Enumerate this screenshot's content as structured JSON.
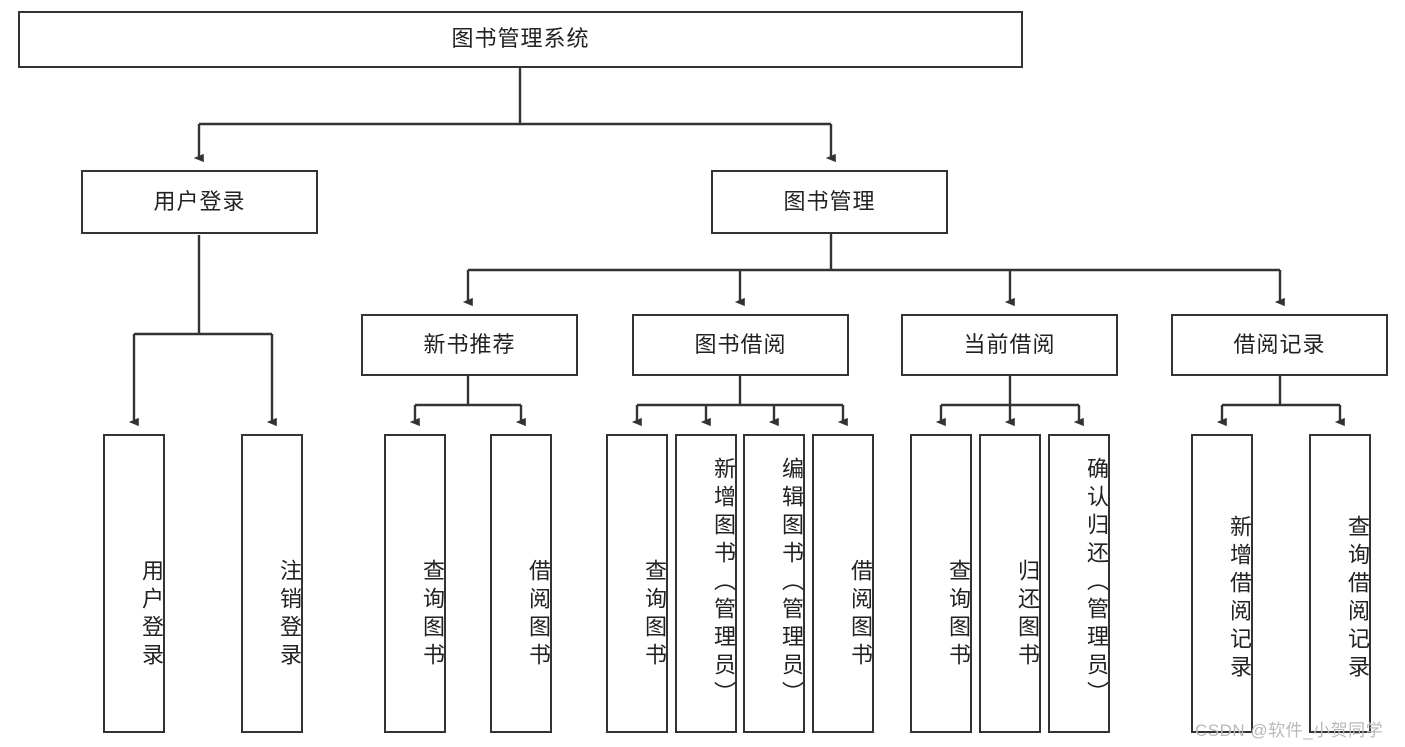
{
  "diagram": {
    "title": "图书管理系统",
    "type": "hierarchy-tree",
    "orientation": "top-down",
    "levels": 4,
    "colors": {
      "box_border": "#333333",
      "box_fill": "#ffffff",
      "edge": "#333333",
      "text": "#222222",
      "watermark": "#b9b9b9",
      "background": "#ffffff"
    }
  },
  "root": {
    "label": "图书管理系统"
  },
  "level1": [
    {
      "id": "user-login",
      "label": "用户登录"
    },
    {
      "id": "book-manage",
      "label": "图书管理"
    }
  ],
  "level2": [
    {
      "id": "new-book-recommend",
      "label": "新书推荐",
      "parent": "book-manage"
    },
    {
      "id": "book-borrow",
      "label": "图书借阅",
      "parent": "book-manage"
    },
    {
      "id": "current-borrow",
      "label": "当前借阅",
      "parent": "book-manage"
    },
    {
      "id": "borrow-record",
      "label": "借阅记录",
      "parent": "book-manage"
    }
  ],
  "leaves": {
    "user_login": [
      {
        "id": "leaf-user-login",
        "label": "用户登录"
      },
      {
        "id": "leaf-user-logout",
        "label": "注销登录"
      }
    ],
    "new_book_recommend": [
      {
        "id": "leaf-query-book-1",
        "label": "查询图书"
      },
      {
        "id": "leaf-borrow-book-1",
        "label": "借阅图书"
      }
    ],
    "book_borrow": [
      {
        "id": "leaf-query-book-2",
        "label": "查询图书"
      },
      {
        "id": "leaf-add-book",
        "label": "新增图书（管理员）"
      },
      {
        "id": "leaf-edit-book",
        "label": "编辑图书（管理员）"
      },
      {
        "id": "leaf-borrow-book-2",
        "label": "借阅图书"
      }
    ],
    "current_borrow": [
      {
        "id": "leaf-query-book-3",
        "label": "查询图书"
      },
      {
        "id": "leaf-return-book",
        "label": "归还图书"
      },
      {
        "id": "leaf-confirm-return",
        "label": "确认归还（管理员）"
      }
    ],
    "borrow_record": [
      {
        "id": "leaf-add-record",
        "label": "新增借阅记录"
      },
      {
        "id": "leaf-query-record",
        "label": "查询借阅记录"
      }
    ]
  },
  "watermark": {
    "text": "CSDN @软件_小贺同学"
  }
}
